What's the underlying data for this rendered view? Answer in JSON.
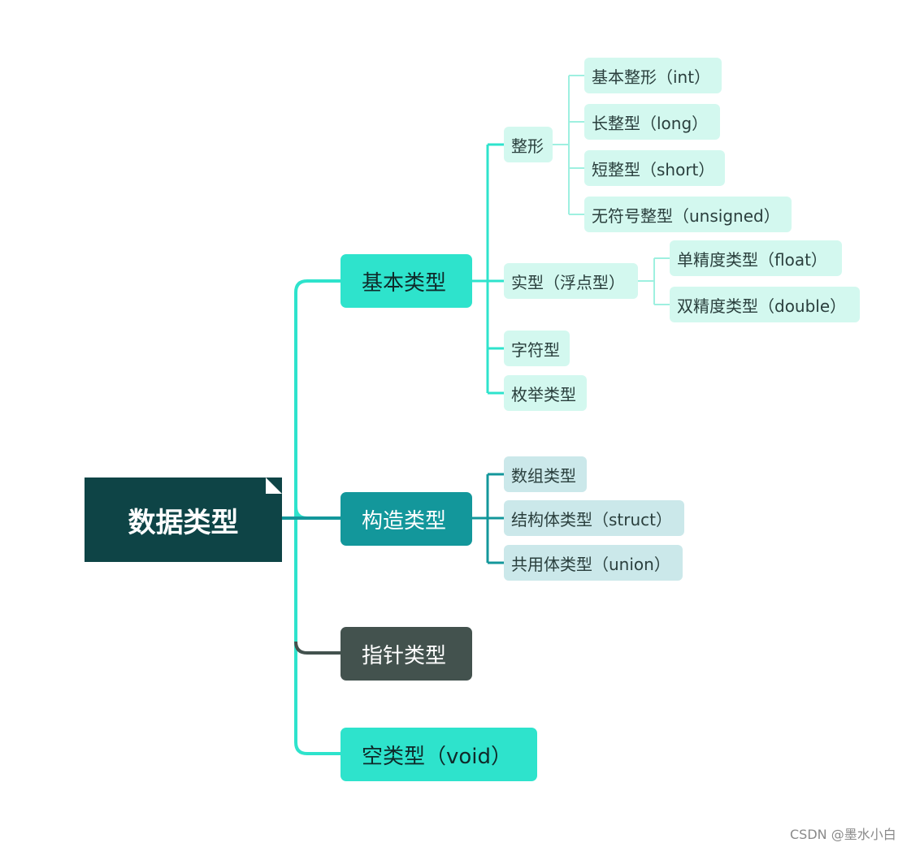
{
  "root": {
    "label": "数据类型"
  },
  "branches": {
    "basic": {
      "label": "基本类型",
      "integer": {
        "label": "整形",
        "items": [
          "基本整形（int）",
          "长整型（long）",
          "短整型（short）",
          "无符号整型（unsigned）"
        ]
      },
      "real": {
        "label": "实型（浮点型）",
        "items": [
          "单精度类型（float）",
          "双精度类型（double）"
        ]
      },
      "char": {
        "label": "字符型"
      },
      "enum": {
        "label": "枚举类型"
      }
    },
    "constructed": {
      "label": "构造类型",
      "items": [
        "数组类型",
        "结构体类型（struct）",
        "共用体类型（union）"
      ]
    },
    "pointer": {
      "label": "指针类型"
    },
    "void": {
      "label": "空类型（void）"
    }
  },
  "colors": {
    "root": "#0e4446",
    "basic": "#2ee3cc",
    "constructed": "#13979b",
    "pointer": "#43524e",
    "void": "#2ee3cc",
    "basic_child_fill": "#d3f8ef",
    "constructed_child_fill": "#cbe8ea",
    "connector_light": "#9ef0e0"
  },
  "watermark": "CSDN @墨水小白"
}
